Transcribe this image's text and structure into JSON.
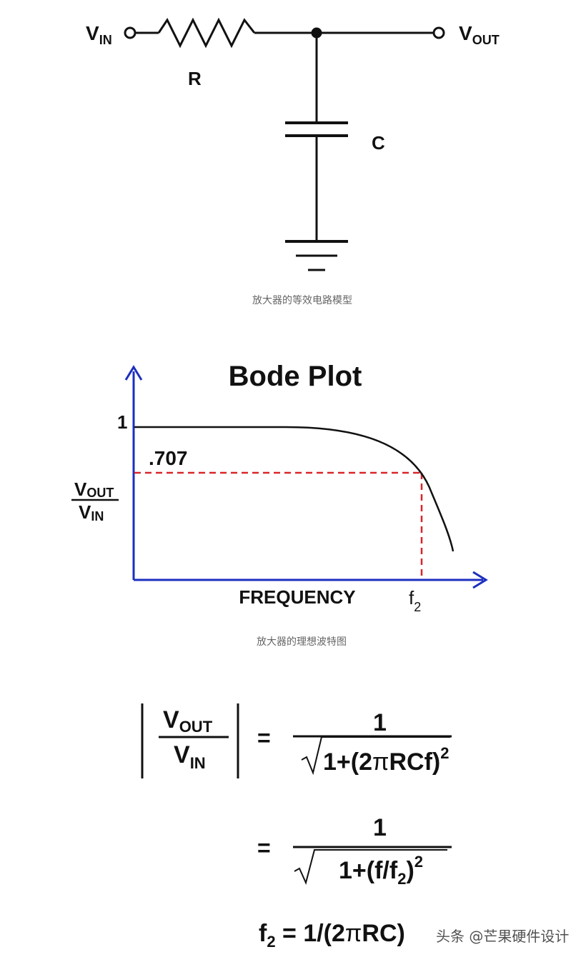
{
  "circuit": {
    "vin": {
      "main": "V",
      "sub": "IN"
    },
    "vout": {
      "main": "V",
      "sub": "OUT"
    },
    "resistor_label": "R",
    "capacitor_label": "C",
    "caption": "放大器的等效电路模型"
  },
  "bode": {
    "title": "Bode Plot",
    "y_tick_top": "1",
    "y_tick_707": ".707",
    "y_axis_label": {
      "num_main": "V",
      "num_sub": "OUT",
      "den_main": "V",
      "den_sub": "IN"
    },
    "x_axis_label": "FREQUENCY",
    "cutoff_label": {
      "main": "f",
      "sub": "2"
    },
    "caption": "放大器的理想波特图"
  },
  "formulas": {
    "lhs": {
      "num_main": "V",
      "num_sub": "OUT",
      "den_main": "V",
      "den_sub": "IN"
    },
    "equals": "=",
    "one": "1",
    "den1": {
      "pre": "1+(2",
      "pi": "π",
      "post": "RCf)",
      "exp": "2"
    },
    "den2": {
      "pre": "1+(f/f",
      "sub": "2",
      "post": ")",
      "exp": "2"
    },
    "cutoff": {
      "pre": "f",
      "sub": "2",
      "mid": " = 1/(2",
      "pi": "π",
      "post": "RC)"
    }
  },
  "watermark": "头条 @芒果硬件设计",
  "colors": {
    "axis": "#1c2fbf",
    "dashed": "#d8262a",
    "ink": "#111111"
  }
}
